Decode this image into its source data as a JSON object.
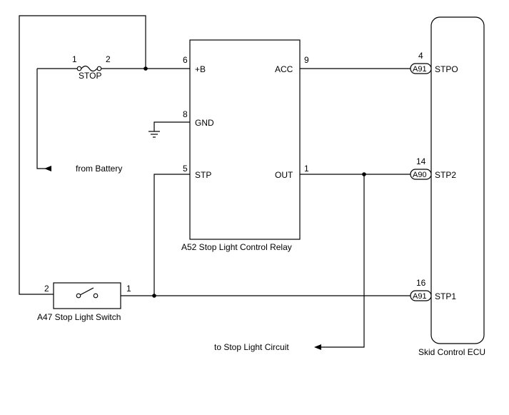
{
  "relay": {
    "label": "A52  Stop Light Control Relay",
    "pins": {
      "plus_b": {
        "num": "6",
        "name": "+B"
      },
      "gnd": {
        "num": "8",
        "name": "GND"
      },
      "stp": {
        "num": "5",
        "name": "STP"
      },
      "acc": {
        "num": "9",
        "name": "ACC"
      },
      "out": {
        "num": "1",
        "name": "OUT"
      }
    }
  },
  "fuse": {
    "name": "STOP",
    "pin_left": "1",
    "pin_right": "2"
  },
  "battery_label": "from Battery",
  "switch": {
    "label": "A47  Stop Light Switch",
    "pin_left": "2",
    "pin_right": "1"
  },
  "ecu": {
    "label": "Skid Control ECU",
    "pins": [
      {
        "num": "4",
        "connector": "A91",
        "name": "STPO"
      },
      {
        "num": "14",
        "connector": "A90",
        "name": "STP2"
      },
      {
        "num": "16",
        "connector": "A91",
        "name": "STP1"
      }
    ]
  },
  "stop_light_circuit_label": "to Stop Light Circuit"
}
